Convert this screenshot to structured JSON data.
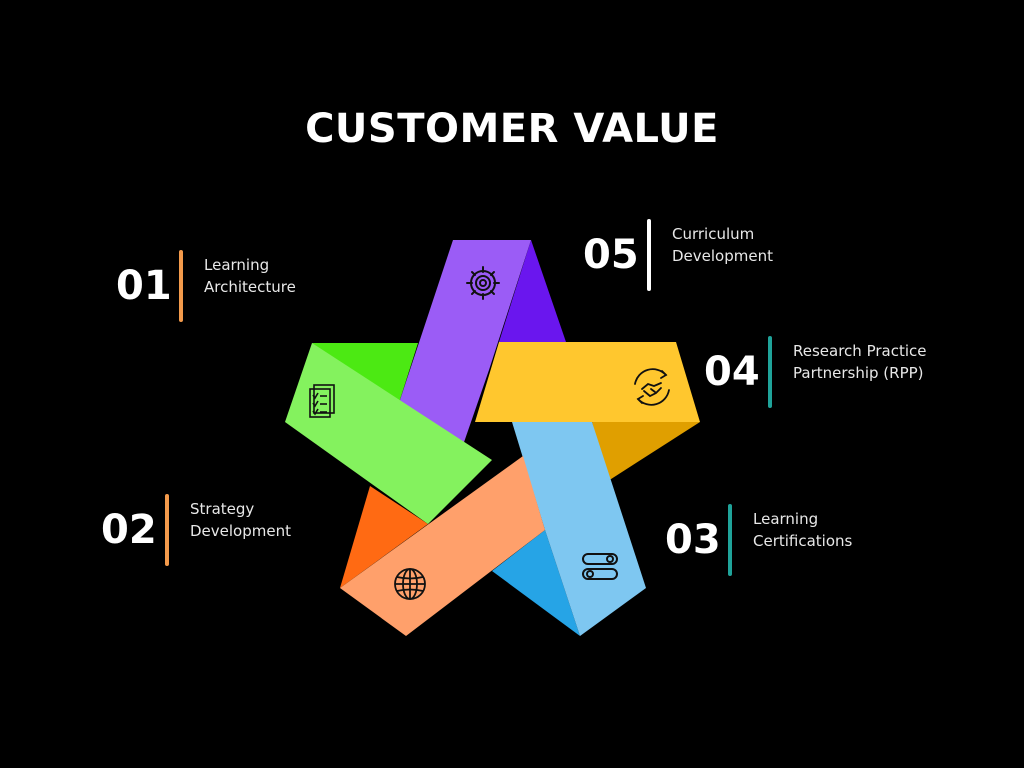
{
  "title": "CUSTOMER VALUE",
  "items": [
    {
      "number": "01",
      "line1": "Learning",
      "line2": "Architecture",
      "bar_color": "#f39a4b",
      "icon": "checklist-icon"
    },
    {
      "number": "02",
      "line1": "Strategy",
      "line2": "Development",
      "bar_color": "#f39a4b",
      "icon": "globe-icon"
    },
    {
      "number": "03",
      "line1": "Learning",
      "line2": "Certifications",
      "bar_color": "#1fa39a",
      "icon": "toggle-switch-icon"
    },
    {
      "number": "04",
      "line1": "Research Practice",
      "line2": "Partnership (RPP)",
      "bar_color": "#1fa39a",
      "icon": "handshake-icon"
    },
    {
      "number": "05",
      "line1": "Curriculum",
      "line2": "Development",
      "bar_color": "#ffffff",
      "icon": "gear-icon"
    }
  ],
  "colors": {
    "purple_light": "#9b5cf6",
    "purple_dark": "#6a16ee",
    "yellow_light": "#ffc72e",
    "yellow_dark": "#e09f00",
    "blue_light": "#7ec7f1",
    "blue_dark": "#26a4e6",
    "orange_light": "#ffa06b",
    "orange_dark": "#ff6a13",
    "green_light": "#84f25e",
    "green_dark": "#4ce913"
  }
}
